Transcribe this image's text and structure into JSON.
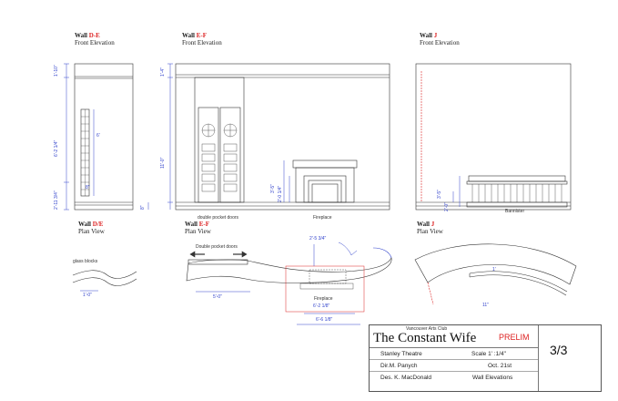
{
  "walls": {
    "de_front": {
      "prefix": "Wall ",
      "code": "D-E",
      "sub": "Front Elevation"
    },
    "ef_front": {
      "prefix": "Wall ",
      "code": "E-F",
      "sub": "Front Elevation"
    },
    "j_front": {
      "prefix": "Wall ",
      "code": "J",
      "sub": "Front Elevation"
    },
    "de_plan": {
      "prefix": "Wall ",
      "code": "D/E",
      "sub": "Plan View"
    },
    "ef_plan": {
      "prefix": "Wall ",
      "code": "E-F",
      "sub": "Plan View"
    },
    "j_plan": {
      "prefix": "Wall ",
      "code": "J",
      "sub": "Plan View"
    }
  },
  "notes": {
    "double_pocket_doors": "double pocket doors",
    "fireplace": "Fireplace",
    "banister": "Bannister",
    "glass_blocks": "glass blocks",
    "double_pocket_doors_plan": "Double pocket doors",
    "fireplace_plan": "Fireplace"
  },
  "dims": {
    "de_top": "1'-10\"",
    "de_mid": "6'-2 1/4\"",
    "de_bot": "2'-11 3/4\"",
    "de_blk": "6'",
    "de_small": "8\"",
    "ef_top": "1'-4\"",
    "ef_mid": "11'-0\"",
    "ef_fp1": "3'-5\"",
    "ef_fp2": "2'-0 1/4\"",
    "ef_base": "8\"",
    "j_a": "3'-5\"",
    "j_b": "2'-0\"",
    "plan_de": "1'-0\"",
    "plan_ef": "5'-0\"",
    "plan_fp_top": "2'-5 3/4\"",
    "plan_fp_w": "6'-2 1/8\"",
    "plan_fp_w2": "6'-6 1/8\"",
    "plan_j1": "1'",
    "plan_j2": "11\""
  },
  "title_block": {
    "club": "Vancouver Arts Club",
    "title": "The Constant Wife",
    "prelim": "PRELIM",
    "theatre": "Stanley Theatre",
    "scale": "Scale 1' :1/4\"",
    "director": "Dir.M. Panych",
    "date": "Oct. 21st",
    "designer": "Des. K. MacDonald",
    "drawing": "Wall Elevations",
    "sheet": "3/3"
  },
  "colors": {
    "line": "#333333",
    "dimension": "#3344cc",
    "accent": "#dd2222"
  }
}
